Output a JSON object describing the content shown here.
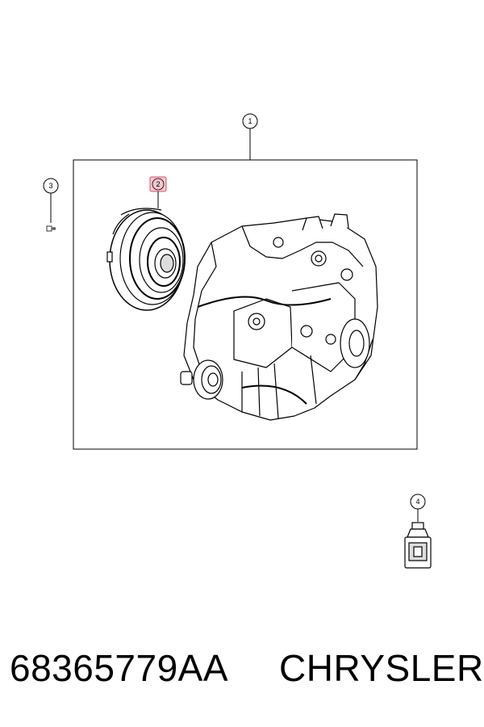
{
  "callouts": [
    {
      "id": "callout-1",
      "label": "1",
      "highlighted": false
    },
    {
      "id": "callout-2",
      "label": "2",
      "highlighted": true
    },
    {
      "id": "callout-3",
      "label": "3",
      "highlighted": false
    },
    {
      "id": "callout-4",
      "label": "4",
      "highlighted": false
    }
  ],
  "footer": {
    "part_number": "68365779AA",
    "brand": "CHRYSLER"
  },
  "colors": {
    "line": "#000000",
    "highlight_fill": "#f4c6cf",
    "highlight_stroke": "#d9536a",
    "background": "#ffffff"
  }
}
